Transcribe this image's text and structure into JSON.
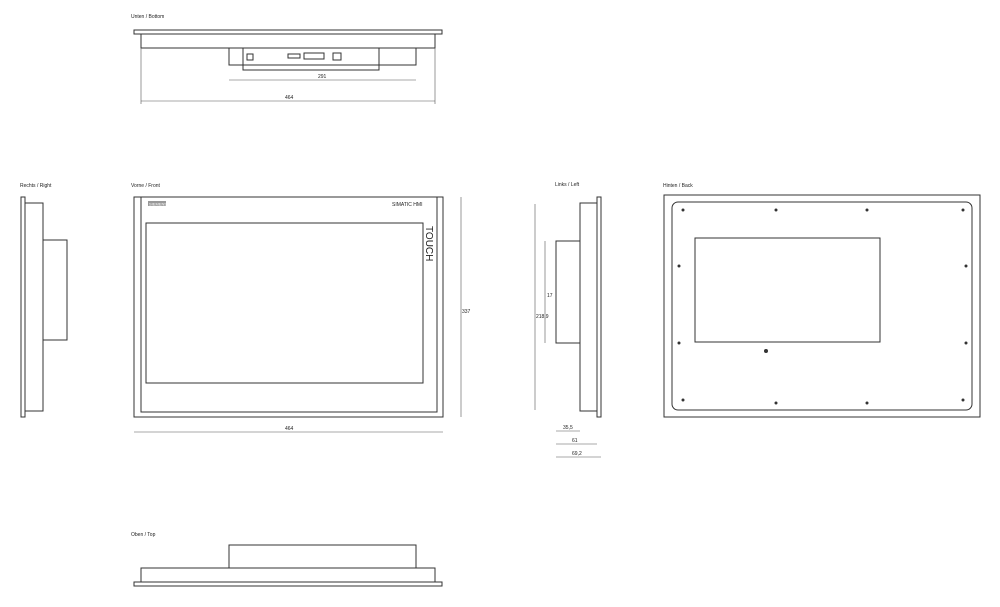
{
  "views": {
    "bottom": {
      "label": "Unten / Bottom",
      "dims": [
        "291",
        "464"
      ]
    },
    "right": {
      "label": "Rechts / Right"
    },
    "front": {
      "label": "Vorne / Front",
      "logo": "SIEMENS",
      "brand": "SIMATIC HMI",
      "touch": "TOUCH",
      "dims": [
        "464",
        "337"
      ]
    },
    "left": {
      "label": "Links / Left",
      "dims": [
        "17",
        "218,9",
        "35,5",
        "61",
        "69,2"
      ]
    },
    "back": {
      "label": "Hinten / Back"
    },
    "top": {
      "label": "Oben / Top"
    }
  }
}
